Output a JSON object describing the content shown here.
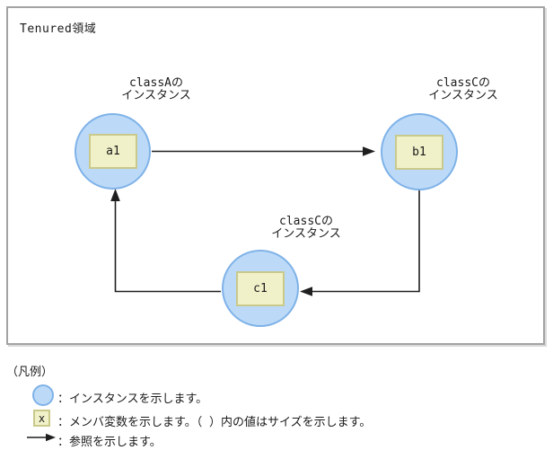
{
  "diagram": {
    "area_label": "Tenured領域",
    "nodes": [
      {
        "id": "a1",
        "member_label": "a1",
        "class_label": [
          "classAの",
          "インスタンス"
        ]
      },
      {
        "id": "b1",
        "member_label": "b1",
        "class_label": [
          "classCの",
          "インスタンス"
        ]
      },
      {
        "id": "c1",
        "member_label": "c1",
        "class_label": [
          "classCの",
          "インスタンス"
        ]
      }
    ],
    "references": [
      {
        "from": "a1",
        "to": "b1"
      },
      {
        "from": "b1",
        "to": "c1"
      },
      {
        "from": "c1",
        "to": "a1"
      }
    ]
  },
  "legend": {
    "title": "（凡例）",
    "items": [
      {
        "symbol": "instance-circle",
        "text": "：インスタンスを示します。"
      },
      {
        "symbol": "member-variable-box",
        "symbol_label": "x",
        "text": "：メンバ変数を示します。（ ）内の値はサイズを示します。"
      },
      {
        "symbol": "reference-arrow",
        "text": "：参照を示します。"
      }
    ]
  },
  "colors": {
    "instance_fill": "#bcdaf8",
    "instance_border": "#7fb2e8",
    "member_fill": "#f1f1c9",
    "member_border": "#c9c98c",
    "arrow": "#1f1f1f",
    "area_box_border": "#a3a3a3"
  }
}
